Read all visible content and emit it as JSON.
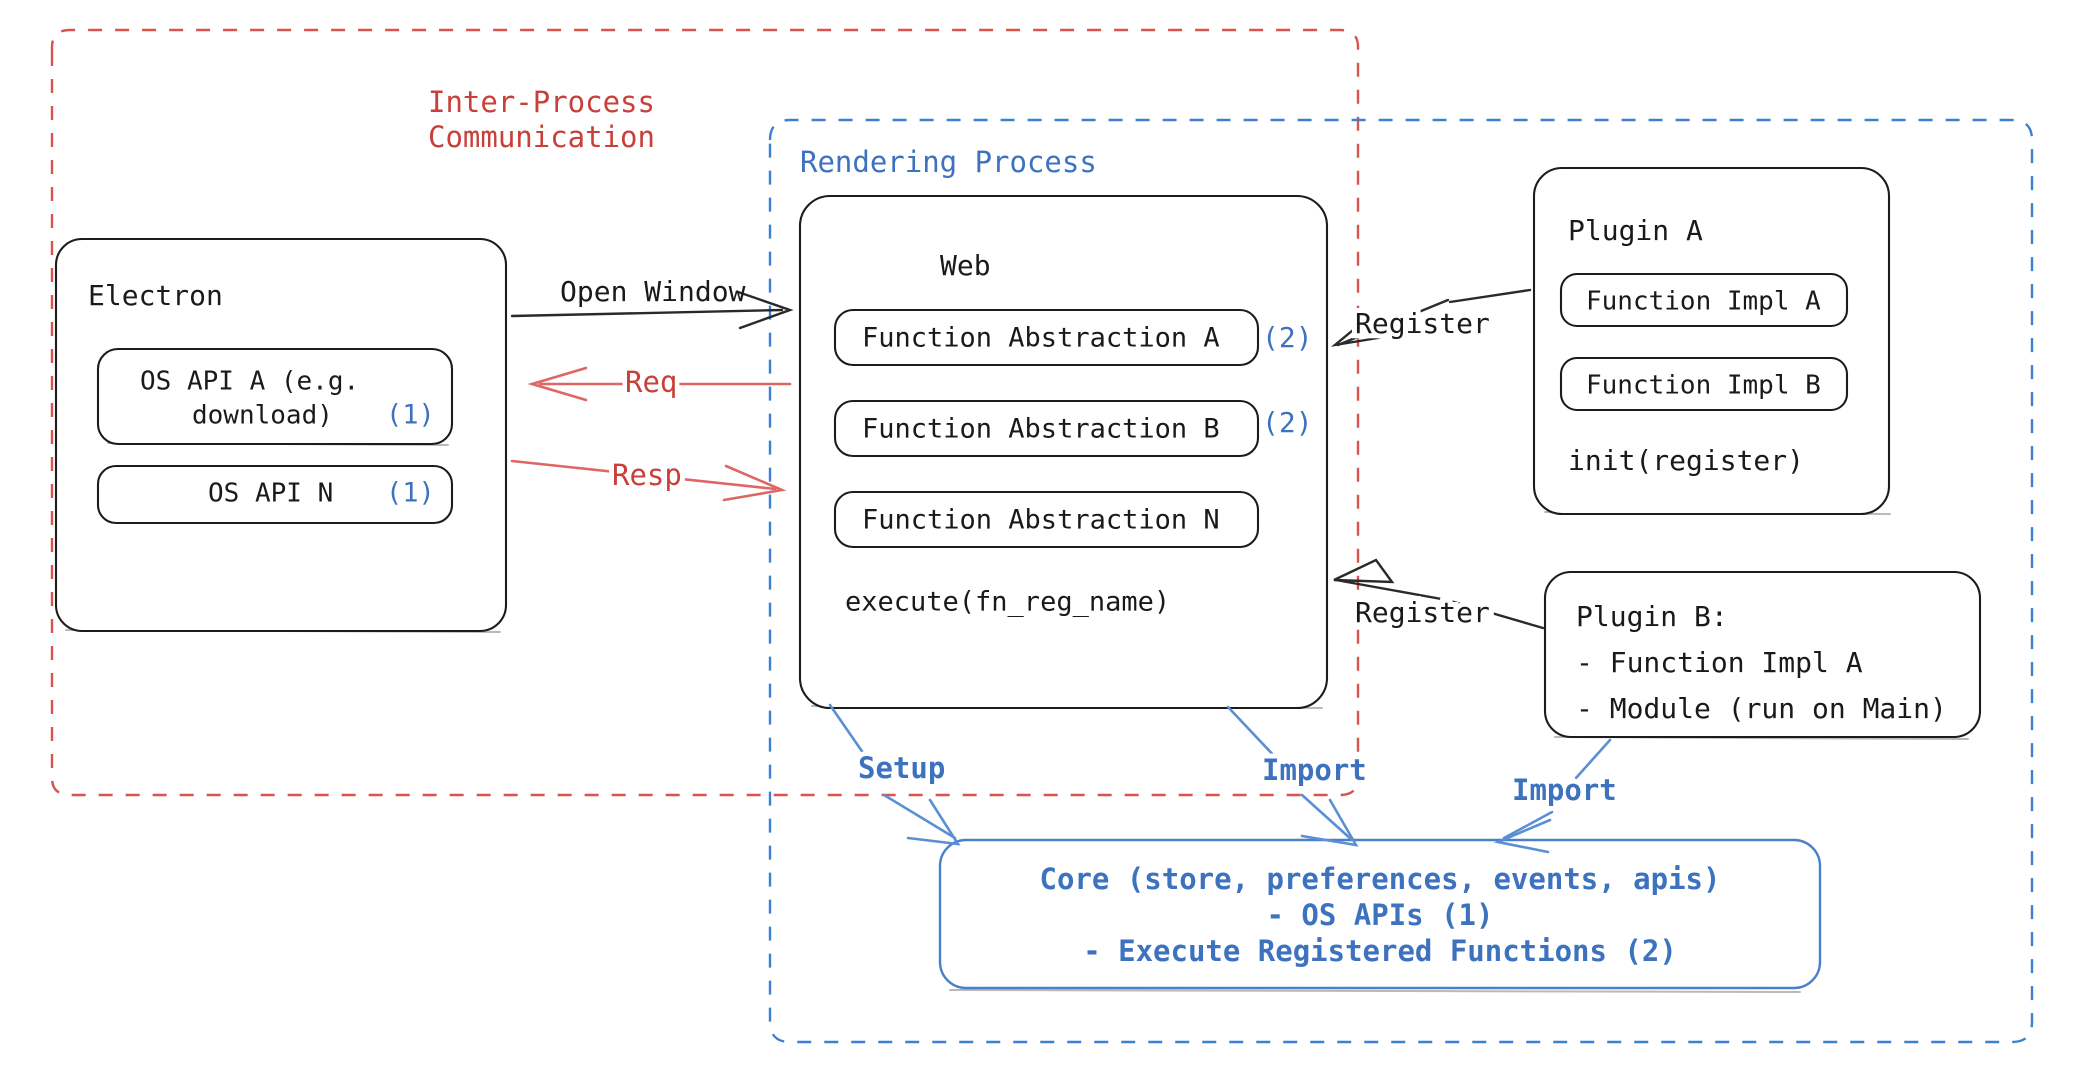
{
  "diagram": {
    "title_hidden": "",
    "colors": {
      "red": "#c8403a",
      "blue": "#3d72bf",
      "black": "#1a1a1a",
      "dashed_red": "#d9534f",
      "dashed_blue": "#3d7fd0",
      "background": "#ffffff"
    },
    "ipc_boundary": {
      "label": "Inter-Process\nCommunication",
      "label_line1": "Inter-Process",
      "label_line2": "Communication"
    },
    "rendering_boundary": {
      "label": "Rendering Process"
    },
    "electron": {
      "title": "Electron",
      "apis": [
        {
          "label_line1": "OS API A (e.g.",
          "label_line2": "download)",
          "marker": "(1)"
        },
        {
          "label_line1": "OS API N",
          "label_line2": "",
          "marker": "(1)"
        }
      ]
    },
    "web": {
      "title": "Web",
      "abstractions": [
        {
          "label": "Function Abstraction A",
          "marker": "(2)"
        },
        {
          "label": "Function Abstraction B",
          "marker": "(2)"
        },
        {
          "label": "Function Abstraction N",
          "marker": ""
        }
      ],
      "footer": "execute(fn_reg_name)"
    },
    "plugin_a": {
      "title": "Plugin A",
      "impls": [
        "Function Impl A",
        "Function Impl B"
      ],
      "footer": "init(register)"
    },
    "plugin_b": {
      "title": "Plugin B:",
      "items": [
        "- Function Impl A",
        "- Module (run on Main)"
      ]
    },
    "core": {
      "line1": "Core (store, preferences, events, apis)",
      "line2": "- OS APIs (1)",
      "line3": "- Execute Registered Functions (2)"
    },
    "edges": [
      {
        "name": "open-window",
        "label": "Open Window",
        "color": "black"
      },
      {
        "name": "req",
        "label": "Req",
        "color": "red"
      },
      {
        "name": "resp",
        "label": "Resp",
        "color": "red"
      },
      {
        "name": "register-plugin-a",
        "label": "Register",
        "color": "black"
      },
      {
        "name": "register-plugin-b",
        "label": "Register",
        "color": "black"
      },
      {
        "name": "setup-core",
        "label": "Setup",
        "color": "blue"
      },
      {
        "name": "import-web-core",
        "label": "Import",
        "color": "blue"
      },
      {
        "name": "import-plugin-b-core",
        "label": "Import",
        "color": "blue"
      }
    ]
  }
}
